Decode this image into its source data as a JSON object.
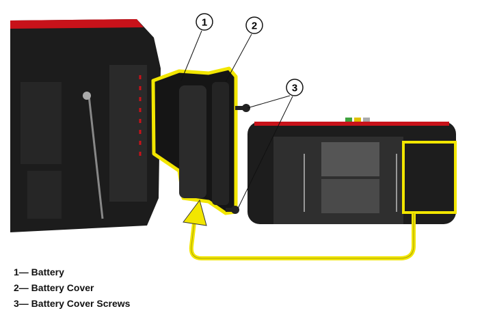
{
  "callouts": [
    {
      "number": "1",
      "label": "Battery"
    },
    {
      "number": "2",
      "label": "Battery Cover"
    },
    {
      "number": "3",
      "label": "Battery Cover Screws"
    }
  ],
  "legend": [
    "1— Battery",
    "2— Battery Cover",
    "3— Battery Cover Screws"
  ],
  "colors": {
    "highlight": "#f2e600",
    "device": "#1e1e1e",
    "accent": "#c8121a"
  }
}
